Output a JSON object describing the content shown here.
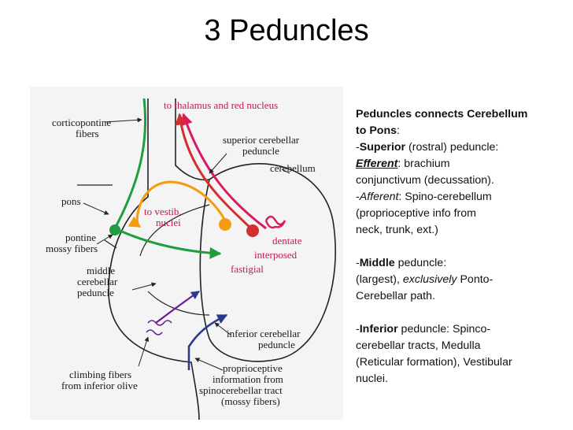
{
  "slide": {
    "title": "3 Peduncles"
  },
  "diagram": {
    "labels": {
      "to_thalamus": "to thalamus and red nucleus",
      "corticopontine_1": "corticopontine",
      "corticopontine_2": "fibers",
      "sup_ped_1": "superior cerebellar",
      "sup_ped_2": "peduncle",
      "cerebellum": "cerebellum",
      "pons": "pons",
      "to_vestib_1": "to vestib.",
      "to_vestib_2": "nuclei",
      "dentate": "dentate",
      "interposed": "interposed",
      "fastigial": "fastigial",
      "pontine_1": "pontine",
      "pontine_2": "mossy fibers",
      "middle_1": "middle",
      "middle_2": "cerebellar",
      "middle_3": "peduncle",
      "inferior_1": "inferior cerebellar",
      "inferior_2": "peduncle",
      "climbing_1": "climbing fibers",
      "climbing_2": "from inferior olive",
      "proprio_1": "proprioceptive",
      "proprio_2": "information from",
      "proprio_3": "spinocerebellar tract",
      "proprio_4": "(mossy fibers)"
    },
    "colors": {
      "magenta": "#d81b60",
      "red": "#d32f2f",
      "orange": "#f39c12",
      "green": "#1e9e3e",
      "blue": "#2b3a8f",
      "purple": "#6a1b9a",
      "label_colored": "#c2185b"
    }
  },
  "panel": {
    "p1_bold_1": "Peduncles connects Cerebellum",
    "p1_bold_2": "to Pons",
    "p1_colon": ":",
    "p1_dash1": "-",
    "p1_superior": "Superior",
    "p1_superior_rest": " (rostral) peduncle:",
    "p1_efferent": "Efferent",
    "p1_efferent_rest": ": brachium",
    "p1_line4": "conjunctivum (decussation).",
    "p1_dash2": "-",
    "p1_afferent": "Afferent",
    "p1_afferent_rest": ": Spino-cerebellum",
    "p1_line6": "(proprioceptive info from",
    "p1_line7": "neck, trunk, ext.)",
    "p2_dash": "-",
    "p2_middle": "Middle",
    "p2_middle_rest": " peduncle:",
    "p2_line2_a": "(largest), ",
    "p2_line2_b": "exclusively",
    "p2_line2_c": " Ponto-",
    "p2_line3": "Cerebellar path.",
    "p3_dash": "-",
    "p3_inferior": "Inferior",
    "p3_inferior_rest": " peduncle: Spinco-",
    "p3_line2": "cerebellar tracts, Medulla",
    "p3_line3": "(Reticular formation), Vestibular",
    "p3_line4": "nuclei."
  }
}
